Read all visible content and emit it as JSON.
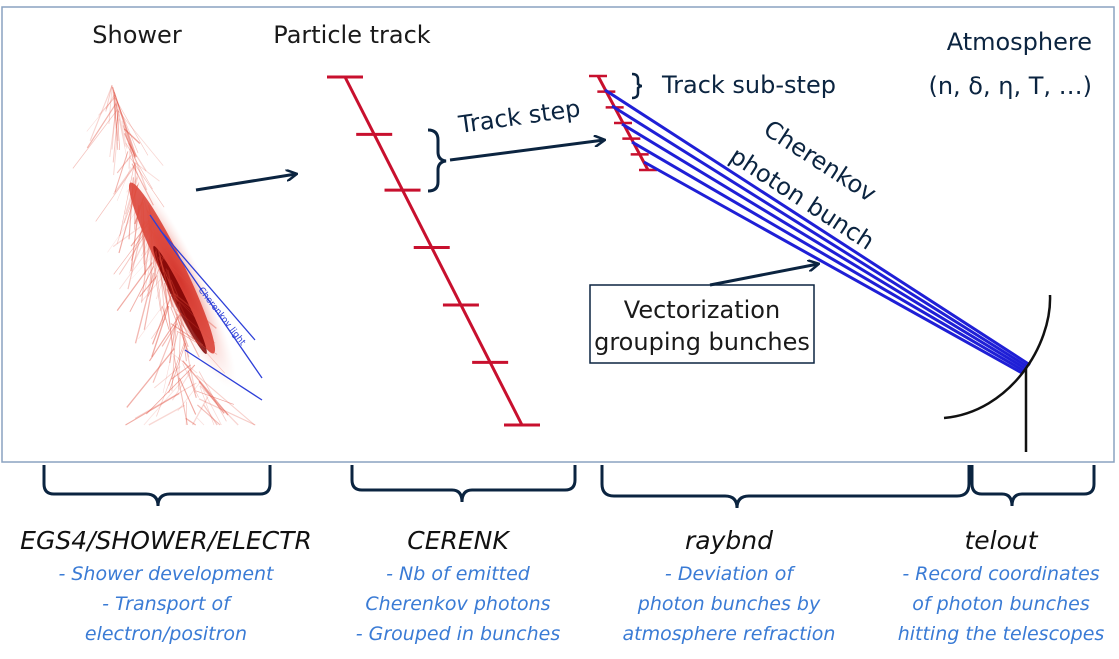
{
  "diagram": {
    "labels": {
      "shower": "Shower",
      "particle_track": "Particle track",
      "atmosphere": "Atmosphere",
      "atmosphere_params": "(n, δ, η, T, …)",
      "track_step": "Track step",
      "track_substep": "Track sub-step",
      "cherenkov_bunch_line1": "Cherenkov",
      "cherenkov_bunch_line2": "photon bunch",
      "cherenkov_light": "Cherenkov light",
      "vectorization_line1": "Vectorization",
      "vectorization_line2": "grouping bunches"
    },
    "modules": [
      {
        "name": "EGS4/SHOWER/ELECTR",
        "lines": [
          "- Shower development",
          "- Transport of",
          "electron/positron"
        ]
      },
      {
        "name": "CERENK",
        "lines": [
          "- Nb of emitted",
          "Cherenkov photons",
          "- Grouped in bunches"
        ]
      },
      {
        "name": "raybnd",
        "lines": [
          "- Deviation of",
          "photon bunches by",
          "atmosphere refraction"
        ]
      },
      {
        "name": "telout",
        "lines": [
          "- Record coordinates",
          "of photon bunches",
          "hitting the telescopes"
        ]
      }
    ],
    "colors": {
      "track_red": "#c8102e",
      "photon_blue": "#1f1fd6",
      "navy_text": "#0b2440",
      "description_blue": "#3a7bd5",
      "frame": "#8aa2c0"
    }
  }
}
